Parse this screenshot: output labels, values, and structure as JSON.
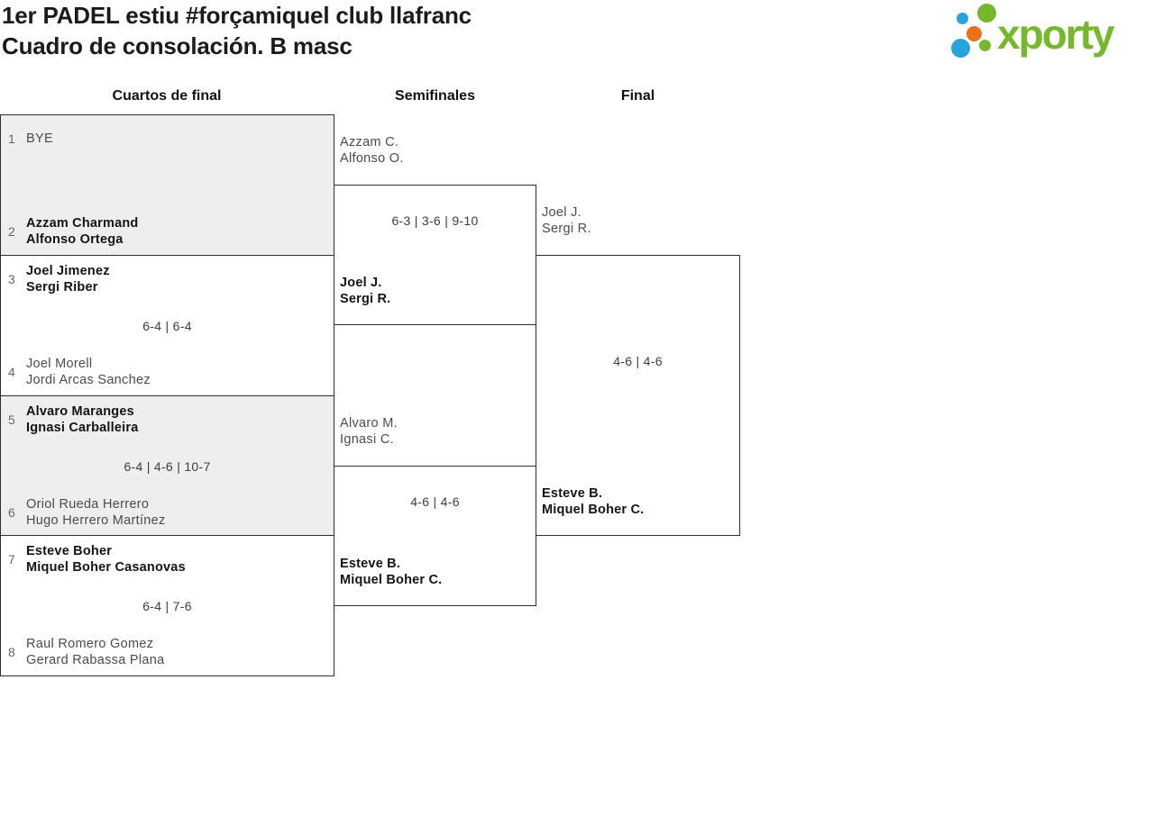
{
  "header": {
    "title_line1": "1er PADEL estiu #forçamiquel club llafranc",
    "title_line2": "Cuadro de consolación. B masc",
    "logo_text": "xporty"
  },
  "columns": [
    {
      "label": "Cuartos de final"
    },
    {
      "label": "Semifinales"
    },
    {
      "label": "Final"
    }
  ],
  "bracket": {
    "quarterfinals": [
      {
        "score": "",
        "team1": {
          "seed": "1",
          "line1": "BYE",
          "line2": "",
          "winner": false
        },
        "team2": {
          "seed": "2",
          "line1": "Azzam Charmand",
          "line2": "Alfonso Ortega",
          "winner": true
        }
      },
      {
        "score": "6-4 | 6-4",
        "team1": {
          "seed": "3",
          "line1": "Joel Jimenez",
          "line2": "Sergi Riber",
          "winner": true
        },
        "team2": {
          "seed": "4",
          "line1": "Joel Morell",
          "line2": "Jordi Arcas Sanchez",
          "winner": false
        }
      },
      {
        "score": "6-4 | 4-6 | 10-7",
        "team1": {
          "seed": "5",
          "line1": "Alvaro Maranges",
          "line2": "Ignasi Carballeira",
          "winner": true
        },
        "team2": {
          "seed": "6",
          "line1": "Oriol Rueda Herrero",
          "line2": "Hugo Herrero Martínez",
          "winner": false
        }
      },
      {
        "score": "6-4 | 7-6",
        "team1": {
          "seed": "7",
          "line1": "Esteve Boher",
          "line2": "Miquel Boher Casanovas",
          "winner": true
        },
        "team2": {
          "seed": "8",
          "line1": "Raul Romero Gomez",
          "line2": "Gerard Rabassa Plana",
          "winner": false
        }
      }
    ],
    "semifinals": [
      {
        "score": "6-3 | 3-6 | 9-10",
        "team1": {
          "line1": "Azzam C.",
          "line2": "Alfonso O.",
          "winner": false
        },
        "team2": {
          "line1": "Joel J.",
          "line2": "Sergi R.",
          "winner": true
        }
      },
      {
        "score": "4-6 | 4-6",
        "team1": {
          "line1": "Alvaro M.",
          "line2": "Ignasi C.",
          "winner": false
        },
        "team2": {
          "line1": "Esteve B.",
          "line2": "Miquel Boher C.",
          "winner": true
        }
      }
    ],
    "final": [
      {
        "score": "4-6 | 4-6",
        "team1": {
          "line1": "Joel J.",
          "line2": "Sergi R.",
          "winner": false
        },
        "team2": {
          "line1": "Esteve B.",
          "line2": "Miquel Boher C.",
          "winner": true
        }
      }
    ]
  },
  "colors": {
    "logo_green": "#76b82d",
    "logo_blue": "#29a3dc",
    "logo_orange": "#e8721c",
    "shaded_box": "#eeeeee",
    "border": "#2e2e2e"
  }
}
